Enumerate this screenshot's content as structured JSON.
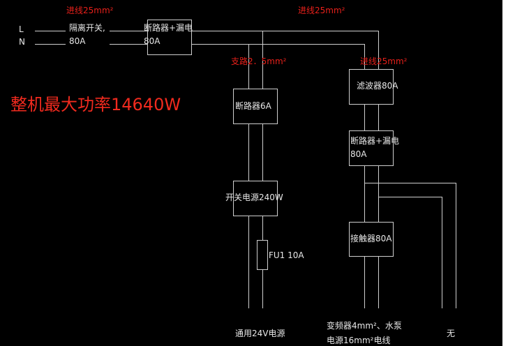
{
  "diagram": {
    "title": "整机最大功率14640W",
    "colors": {
      "background": "#000000",
      "wire": "#cfcfcf",
      "label": "#e8e8e8",
      "wire_spec": "#e8201a",
      "title": "#f02a1e"
    },
    "phases": {
      "L": "L",
      "N": "N"
    },
    "wire_specs": {
      "inlet_left": "进线25mm²",
      "inlet_top": "进线25mm²",
      "branch": "支路2．5mm²",
      "inlet_right": "进线25mm²"
    },
    "components": {
      "isolator": {
        "line1": "隔离开关,",
        "line2": "80A"
      },
      "main_breaker": {
        "line1": "断路器+漏电",
        "line2": "80A"
      },
      "branch_breaker": {
        "label": "断路器6A"
      },
      "switching_psu": {
        "label": "开关电源240W"
      },
      "fuse": {
        "label": "FU1 10A"
      },
      "filter": {
        "label": "滤波器80A"
      },
      "right_breaker": {
        "line1": "断路器+漏电",
        "line2": "80A"
      },
      "contactor": {
        "label": "接触器80A"
      }
    },
    "outputs": {
      "general_24v": "通用24V电源",
      "vfd_pump_line1": "变频器4mm²、水泵",
      "vfd_pump_line2": "电源16mm²电线",
      "none": "无"
    }
  }
}
